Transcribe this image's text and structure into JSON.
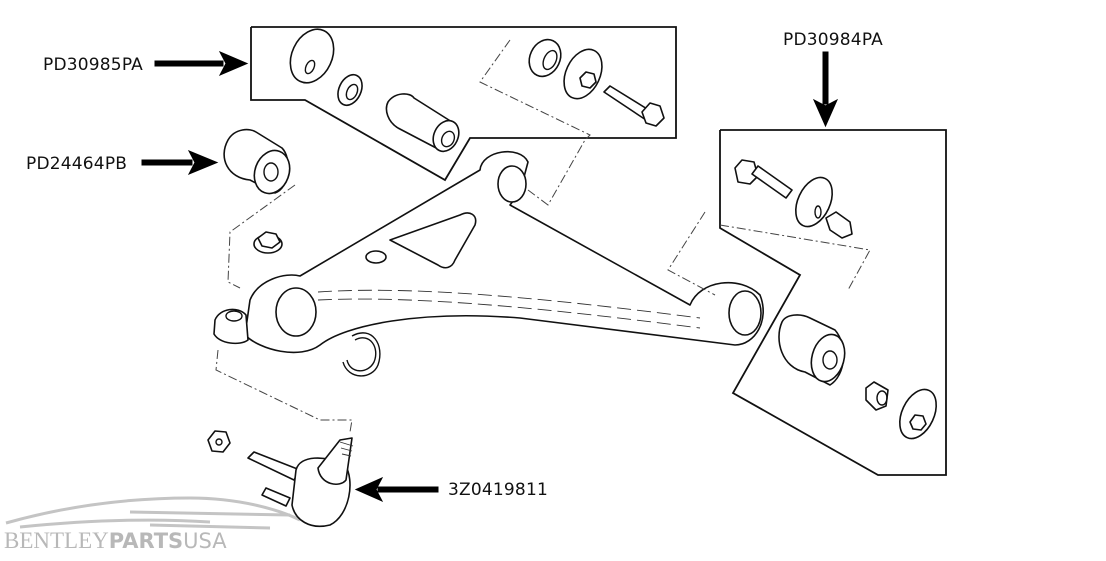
{
  "diagram": {
    "parts": [
      {
        "id": "upper-bush-kit",
        "label": "PD30985PA"
      },
      {
        "id": "front-bush",
        "label": "PD24464PB"
      },
      {
        "id": "rear-bush-kit",
        "label": "PD30984PA"
      },
      {
        "id": "ball-joint",
        "label": "3Z0419811"
      }
    ]
  },
  "watermark": {
    "brand_light": "BENTLEY",
    "brand_bold": "PARTS",
    "brand_suffix": "USA",
    "color": "#b8b8b8"
  }
}
